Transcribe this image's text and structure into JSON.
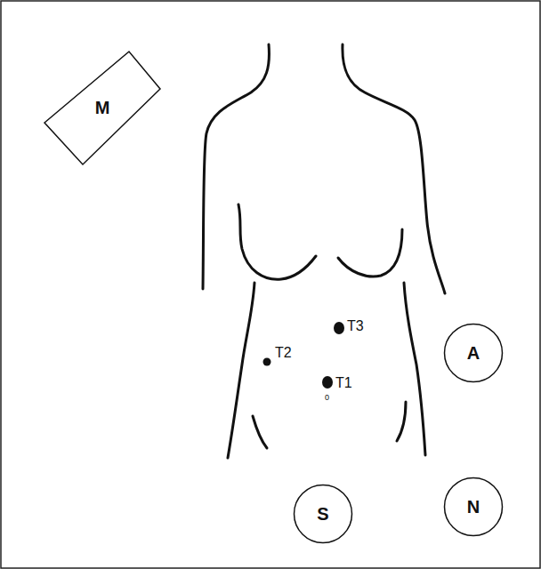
{
  "diagram": {
    "nodes": [
      {
        "text": [
          "M"
        ]
      },
      {
        "text": [
          "A"
        ]
      },
      {
        "text": [
          "S"
        ]
      },
      {
        "text": [
          "N"
        ]
      }
    ],
    "labels": [
      "T3",
      "T2",
      "T1",
      "0"
    ]
  }
}
